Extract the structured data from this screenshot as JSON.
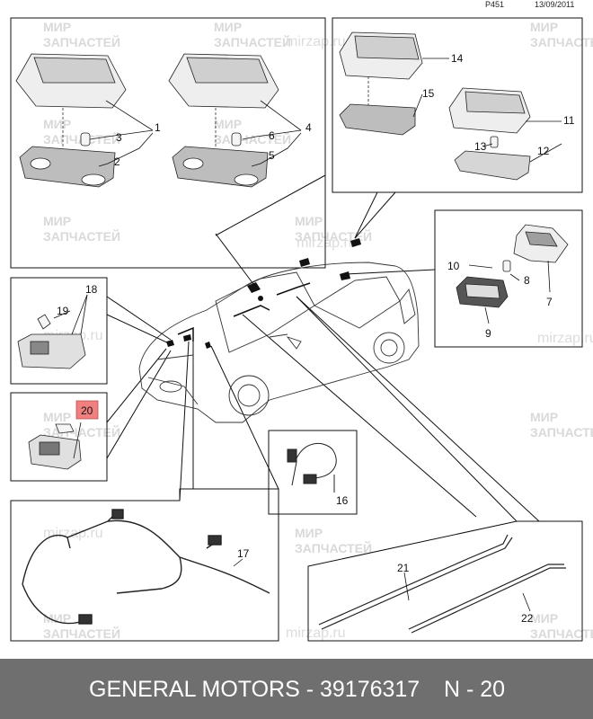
{
  "header": {
    "page_code": "P451",
    "date": "13/09/2011"
  },
  "watermark": {
    "line1": "МИР",
    "line2": "ЗАПЧАСТЕЙ",
    "site": "mirzap.ru"
  },
  "callouts": [
    "1",
    "2",
    "3",
    "4",
    "5",
    "6",
    "7",
    "8",
    "9",
    "10",
    "11",
    "12",
    "13",
    "14",
    "15",
    "16",
    "17",
    "18",
    "19",
    "20",
    "21",
    "22"
  ],
  "highlight_callout": "20",
  "footer": {
    "part_line": "GENERAL MOTORS - 39176317",
    "position": "N - 20"
  },
  "colors": {
    "footer_bg": "#6f6f6f",
    "highlight": "#f08080",
    "line": "#111111"
  }
}
